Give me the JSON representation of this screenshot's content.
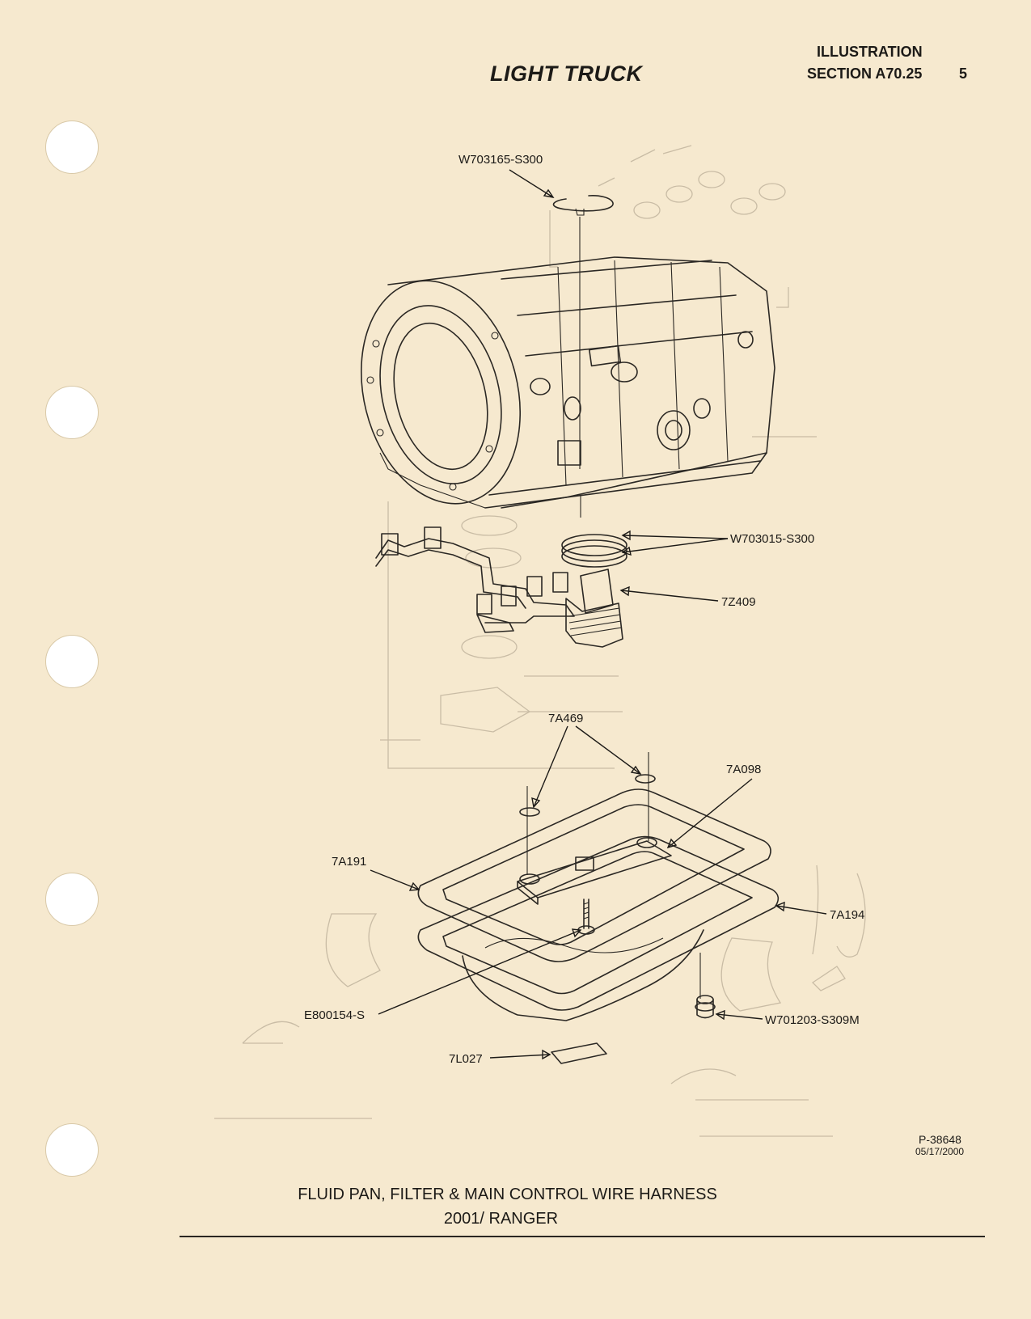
{
  "header": {
    "title": "LIGHT TRUCK",
    "illustration_label": "ILLUSTRATION",
    "section_label": "SECTION A70.25",
    "page_number": "5"
  },
  "callouts": {
    "retaining_ring": "W703165-S300",
    "seal_rings": "W703015-S300",
    "wire_harness_connector": "7Z409",
    "filter_seals": "7A469",
    "filter": "7A098",
    "pan_gasket": "7A191",
    "fluid_pan": "7A194",
    "filter_bolt": "E800154-S",
    "drain_plug": "W701203-S309M",
    "magnet": "7L027"
  },
  "reference": {
    "part_number": "P-38648",
    "date": "05/17/2000"
  },
  "caption": {
    "line1": "FLUID PAN, FILTER & MAIN CONTROL WIRE HARNESS",
    "line2": "2001/ RANGER"
  },
  "colors": {
    "paper": "#f6e9cf",
    "ink": "#1c1a17",
    "bleed_through": "#c9bca5"
  }
}
